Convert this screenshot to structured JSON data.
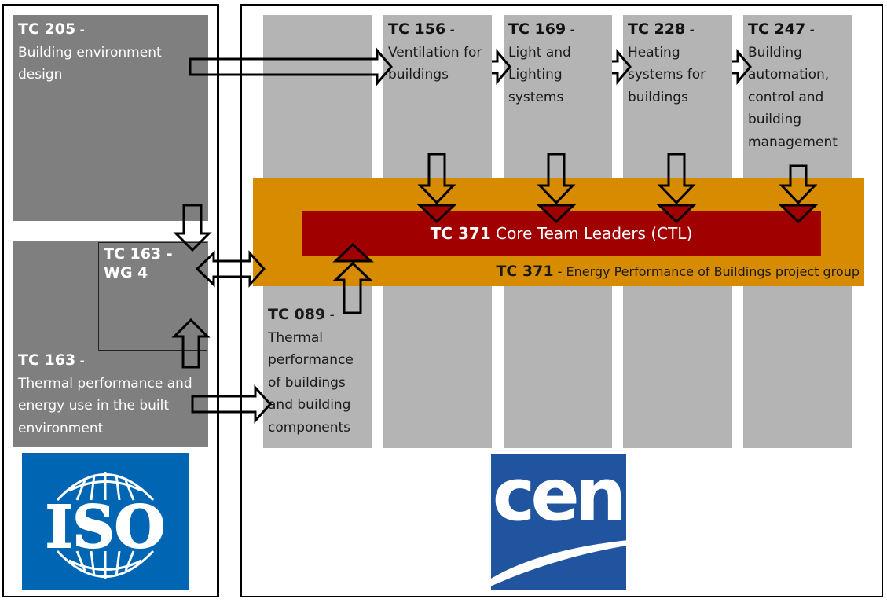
{
  "colors": {
    "iso_panel": "#7f7f7f",
    "cen_column": "#b4b4b4",
    "project_group": "#d68b00",
    "core_team": "#a00000",
    "iso_blue": "#0066b3",
    "cen_blue": "#21549e"
  },
  "iso": {
    "tc205": {
      "code": "TC 205",
      "sep": " -",
      "title": "Building environment design"
    },
    "tc163": {
      "code": "TC 163",
      "sep": " -",
      "title": "Thermal performance and energy use in the built environment"
    },
    "wg4": {
      "code_line1": "TC 163 -",
      "code_line2": "WG 4"
    },
    "logo": {
      "text": "ISO",
      "icon": "iso-globe-icon"
    }
  },
  "cen": {
    "columns": [
      {
        "code": "TC 156",
        "sep": " -",
        "title": "Ventilation for buildings"
      },
      {
        "code": "TC 169",
        "sep": " -",
        "title": "Light and Lighting systems"
      },
      {
        "code": "TC 228",
        "sep": " -",
        "title": "Heating systems for buildings"
      },
      {
        "code": "TC 247",
        "sep": " -",
        "title": "Building automation, control and building management"
      }
    ],
    "tc089": {
      "code": "TC 089",
      "sep": " -",
      "title": "Thermal performance of buildings and building components"
    },
    "core_team": {
      "code": "TC 371",
      "title": " Core Team Leaders (CTL)"
    },
    "project_group": {
      "code": "TC 371",
      "title": " - Energy Performance of Buildings project group"
    },
    "logo": {
      "text": "cen",
      "icon": "cen-swoosh-icon"
    }
  }
}
